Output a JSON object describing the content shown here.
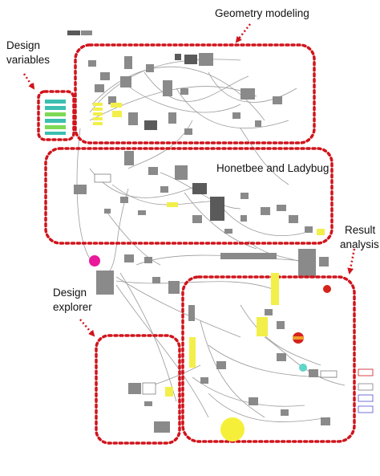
{
  "labels": {
    "geometry_modeling": "Geometry modeling",
    "design_variables_line1": "Design",
    "design_variables_line2": "variables",
    "honeybee_ladybug": "Honetbee and Ladybug",
    "result_analysis_line1": "Result",
    "result_analysis_line2": "analysis",
    "design_explorer_line1": "Design",
    "design_explorer_line2": "explorer"
  },
  "colors": {
    "group_border": "#d0141c",
    "component_fill": "#8a8a8a",
    "component_dark": "#5a5a5a",
    "panel_yellow": "#f2ef4a",
    "slider_teal": "#3cbfb0",
    "slider_green": "#7ed957",
    "wire": "#9a9a9a",
    "magenta_node": "#e8199b",
    "red_node": "#d4231b",
    "orange_node": "#f29b2c",
    "yellow_node": "#f5ef3a",
    "teal_node": "#5fd6c8"
  }
}
